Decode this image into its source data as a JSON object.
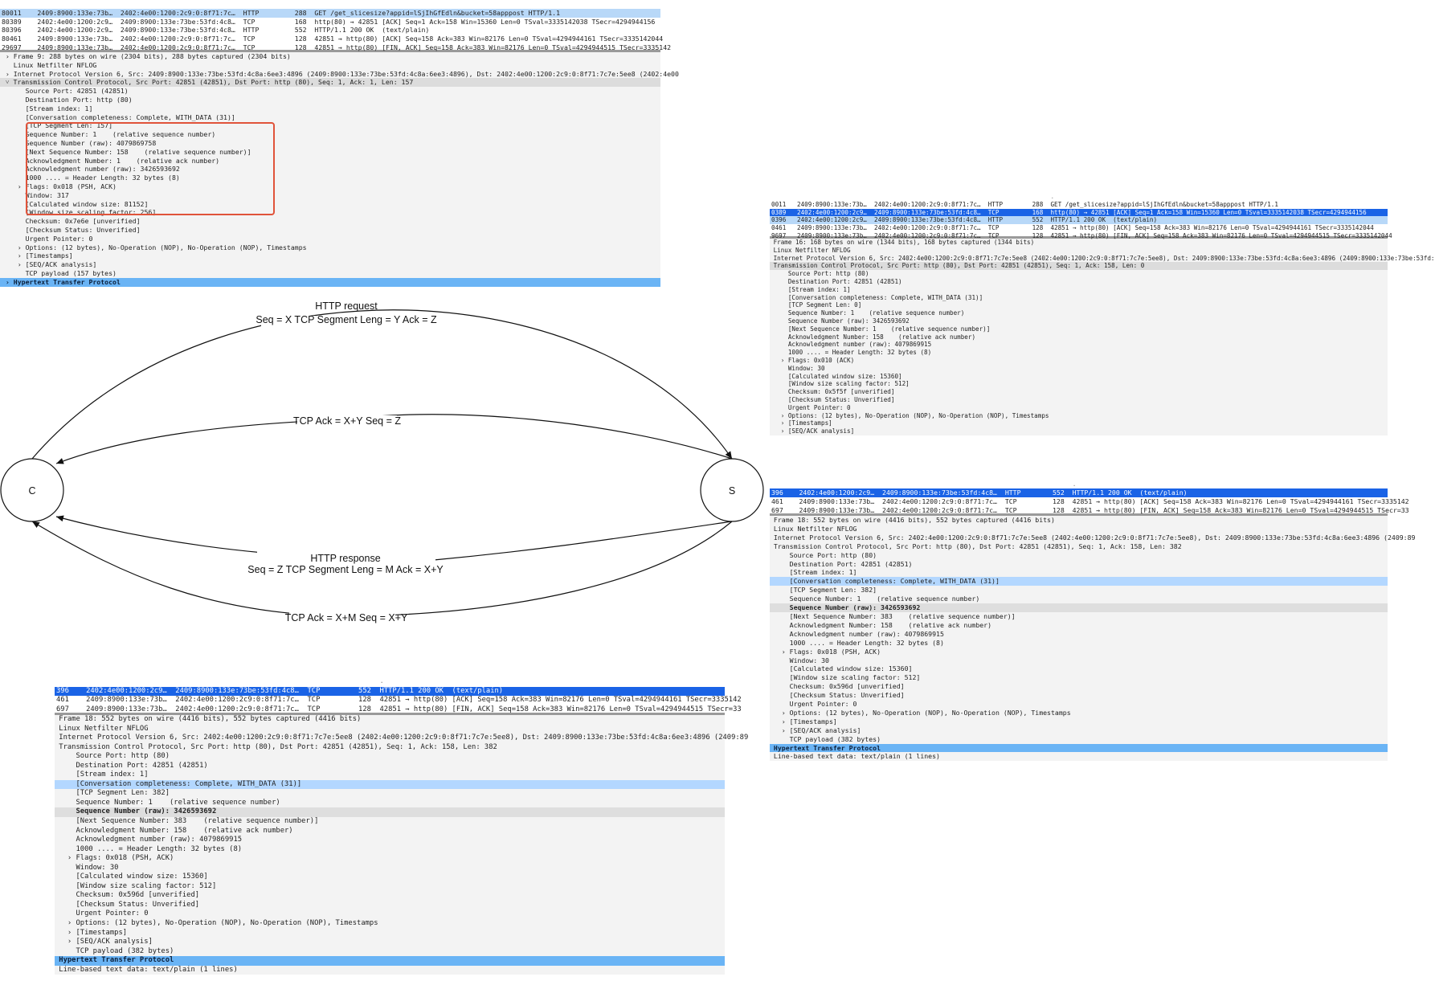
{
  "panel_request": {
    "rows": [
      {
        "text": "                                                                                                            ",
        "style": "cut"
      },
      {
        "text": "80011    2409:8900:133e:73b…  2402:4e00:1200:2c9:0:8f71:7c…  HTTP         288  GET /get_slicesize?appid=lSjIhGfEdln&bucket=58apppost HTTP/1.1",
        "style": "hl"
      },
      {
        "text": "80389    2402:4e00:1200:2c9…  2409:8900:133e:73be:53fd:4c8…  TCP          168  http(80) → 42851 [ACK] Seq=1 Ack=158 Win=15360 Len=0 TSval=3335142038 TSecr=4294944156",
        "style": ""
      },
      {
        "text": "80396    2402:4e00:1200:2c9…  2409:8900:133e:73be:53fd:4c8…  HTTP         552  HTTP/1.1 200 OK  (text/plain)",
        "style": ""
      },
      {
        "text": "80461    2409:8900:133e:73b…  2402:4e00:1200:2c9:0:8f71:7c…  TCP          128  42851 → http(80) [ACK] Seq=158 Ack=383 Win=82176 Len=0 TSval=4294944161 TSecr=3335142044",
        "style": ""
      },
      {
        "text": "29697    2409:8900:133e:73b…  2402:4e00:1200:2c9:0:8f71:7c…  TCP          128  42851 → http(80) [FIN, ACK] Seq=158 Ack=383 Win=82176 Len=0 TSval=4294944515 TSecr=3335142",
        "style": ""
      }
    ],
    "details": [
      {
        "text": " › Frame 9: 288 bytes on wire (2304 bits), 288 bytes captured (2304 bits)",
        "style": ""
      },
      {
        "text": "   Linux Netfilter NFLOG",
        "style": ""
      },
      {
        "text": " › Internet Protocol Version 6, Src: 2409:8900:133e:73be:53fd:4c8a:6ee3:4896 (2409:8900:133e:73be:53fd:4c8a:6ee3:4896), Dst: 2402:4e00:1200:2c9:0:8f71:7c7e:5ee8 (2402:4e00",
        "style": ""
      },
      {
        "text": " ˅ Transmission Control Protocol, Src Port: 42851 (42851), Dst Port: http (80), Seq: 1, Ack: 1, Len: 157",
        "style": "bar"
      },
      {
        "text": "      Source Port: 42851 (42851)",
        "style": ""
      },
      {
        "text": "      Destination Port: http (80)",
        "style": ""
      },
      {
        "text": "      [Stream index: 1]",
        "style": ""
      },
      {
        "text": "      [Conversation completeness: Complete, WITH_DATA (31)]",
        "style": ""
      },
      {
        "text": "      [TCP Segment Len: 157]",
        "style": ""
      },
      {
        "text": "      Sequence Number: 1    (relative sequence number)",
        "style": ""
      },
      {
        "text": "      Sequence Number (raw): 4079869758",
        "style": ""
      },
      {
        "text": "      [Next Sequence Number: 158    (relative sequence number)]",
        "style": ""
      },
      {
        "text": "      Acknowledgment Number: 1    (relative ack number)",
        "style": ""
      },
      {
        "text": "      Acknowledgment number (raw): 3426593692",
        "style": ""
      },
      {
        "text": "      1000 .... = Header Length: 32 bytes (8)",
        "style": ""
      },
      {
        "text": "    › Flags: 0x018 (PSH, ACK)",
        "style": ""
      },
      {
        "text": "      Window: 317",
        "style": ""
      },
      {
        "text": "      [Calculated window size: 81152]",
        "style": ""
      },
      {
        "text": "      [Window size scaling factor: 256]",
        "style": ""
      },
      {
        "text": "      Checksum: 0x7e6e [unverified]",
        "style": ""
      },
      {
        "text": "      [Checksum Status: Unverified]",
        "style": ""
      },
      {
        "text": "      Urgent Pointer: 0",
        "style": ""
      },
      {
        "text": "    › Options: (12 bytes), No-Operation (NOP), No-Operation (NOP), Timestamps",
        "style": ""
      },
      {
        "text": "    › [Timestamps]",
        "style": ""
      },
      {
        "text": "    › [SEQ/ACK analysis]",
        "style": ""
      },
      {
        "text": "      TCP payload (157 bytes)",
        "style": ""
      },
      {
        "text": " › Hypertext Transfer Protocol",
        "style": "sel"
      }
    ]
  },
  "panel_ack": {
    "rows": [
      {
        "text": "                                                                            .",
        "style": "cut"
      },
      {
        "text": "0011   2409:8900:133e:73b…  2402:4e00:1200:2c9:0:8f71:7c…  HTTP        288  GET /get_slicesize?appid=lSjIhGfEdln&bucket=58apppost HTTP/1.1",
        "style": ""
      },
      {
        "text": "0389   2402:4e00:1200:2c9…  2409:8900:133e:73be:53fd:4c8…  TCP         168  http(80) → 42851 [ACK] Seq=1 Ack=158 Win=15360 Len=0 TSval=3335142038 TSecr=4294944156",
        "style": "sel"
      },
      {
        "text": "0396   2402:4e00:1200:2c9…  2409:8900:133e:73be:53fd:4c8…  HTTP        552  HTTP/1.1 200 OK  (text/plain)",
        "style": "hl"
      },
      {
        "text": "0461   2409:8900:133e:73b…  2402:4e00:1200:2c9:0:8f71:7c…  TCP         128  42851 → http(80) [ACK] Seq=158 Ack=383 Win=82176 Len=0 TSval=4294944161 TSecr=3335142044",
        "style": ""
      },
      {
        "text": "9697   2409:8900:133e:73b…  2402:4e00:1200:2c9:0:8f71:7c…  TCP         128  42851 → http(80) [FIN, ACK] Seq=158 Ack=383 Win=82176 Len=0 TSval=4294944515 TSecr=3335142044",
        "style": ""
      }
    ],
    "details": [
      {
        "text": " Frame 16: 168 bytes on wire (1344 bits), 168 bytes captured (1344 bits)",
        "style": ""
      },
      {
        "text": " Linux Netfilter NFLOG",
        "style": ""
      },
      {
        "text": " Internet Protocol Version 6, Src: 2402:4e00:1200:2c9:0:8f71:7c7e:5ee8 (2402:4e00:1200:2c9:0:8f71:7c7e:5ee8), Dst: 2409:8900:133e:73be:53fd:4c8a:6ee3:4896 (2409:8900:133e:73be:53fd:",
        "style": ""
      },
      {
        "text": " Transmission Control Protocol, Src Port: http (80), Dst Port: 42851 (42851), Seq: 1, Ack: 158, Len: 0",
        "style": "bar"
      },
      {
        "text": "     Source Port: http (80)",
        "style": ""
      },
      {
        "text": "     Destination Port: 42851 (42851)",
        "style": ""
      },
      {
        "text": "     [Stream index: 1]",
        "style": ""
      },
      {
        "text": "     [Conversation completeness: Complete, WITH_DATA (31)]",
        "style": ""
      },
      {
        "text": "     [TCP Segment Len: 0]",
        "style": ""
      },
      {
        "text": "     Sequence Number: 1    (relative sequence number)",
        "style": ""
      },
      {
        "text": "     Sequence Number (raw): 3426593692",
        "style": ""
      },
      {
        "text": "     [Next Sequence Number: 1    (relative sequence number)]",
        "style": ""
      },
      {
        "text": "     Acknowledgment Number: 158    (relative ack number)",
        "style": ""
      },
      {
        "text": "     Acknowledgment number (raw): 4079869915",
        "style": ""
      },
      {
        "text": "     1000 .... = Header Length: 32 bytes (8)",
        "style": ""
      },
      {
        "text": "   › Flags: 0x010 (ACK)",
        "style": ""
      },
      {
        "text": "     Window: 30",
        "style": ""
      },
      {
        "text": "     [Calculated window size: 15360]",
        "style": ""
      },
      {
        "text": "     [Window size scaling factor: 512]",
        "style": ""
      },
      {
        "text": "     Checksum: 0x5f5f [unverified]",
        "style": ""
      },
      {
        "text": "     [Checksum Status: Unverified]",
        "style": ""
      },
      {
        "text": "     Urgent Pointer: 0",
        "style": ""
      },
      {
        "text": "   › Options: (12 bytes), No-Operation (NOP), No-Operation (NOP), Timestamps",
        "style": ""
      },
      {
        "text": "   › [Timestamps]",
        "style": ""
      },
      {
        "text": "   › [SEQ/ACK analysis]",
        "style": ""
      }
    ]
  },
  "panel_response_right": {
    "rows": [
      {
        "text": "                                                                            .",
        "style": "cut"
      },
      {
        "text": "396    2402:4e00:1200:2c9…  2409:8900:133e:73be:53fd:4c8…  HTTP        552  HTTP/1.1 200 OK  (text/plain)",
        "style": "sel"
      },
      {
        "text": "461    2409:8900:133e:73b…  2402:4e00:1200:2c9:0:8f71:7c…  TCP         128  42851 → http(80) [ACK] Seq=158 Ack=383 Win=82176 Len=0 TSval=4294944161 TSecr=3335142",
        "style": ""
      },
      {
        "text": "697    2409:8900:133e:73b…  2402:4e00:1200:2c9:0:8f71:7c…  TCP         128  42851 → http(80) [FIN, ACK] Seq=158 Ack=383 Win=82176 Len=0 TSval=4294944515 TSecr=33",
        "style": ""
      }
    ],
    "details": [
      {
        "text": " Frame 18: 552 bytes on wire (4416 bits), 552 bytes captured (4416 bits)",
        "style": ""
      },
      {
        "text": " Linux Netfilter NFLOG",
        "style": ""
      },
      {
        "text": " Internet Protocol Version 6, Src: 2402:4e00:1200:2c9:0:8f71:7c7e:5ee8 (2402:4e00:1200:2c9:0:8f71:7c7e:5ee8), Dst: 2409:8900:133e:73be:53fd:4c8a:6ee3:4896 (2409:89",
        "style": ""
      },
      {
        "text": " Transmission Control Protocol, Src Port: http (80), Dst Port: 42851 (42851), Seq: 1, Ack: 158, Len: 382",
        "style": ""
      },
      {
        "text": "     Source Port: http (80)",
        "style": ""
      },
      {
        "text": "     Destination Port: 42851 (42851)",
        "style": ""
      },
      {
        "text": "     [Stream index: 1]",
        "style": ""
      },
      {
        "text": "     [Conversation completeness: Complete, WITH_DATA (31)]",
        "style": "hl"
      },
      {
        "text": "     [TCP Segment Len: 382]",
        "style": ""
      },
      {
        "text": "     Sequence Number: 1    (relative sequence number)",
        "style": ""
      },
      {
        "text": "     Sequence Number (raw): 3426593692",
        "style": "gray"
      },
      {
        "text": "     [Next Sequence Number: 383    (relative sequence number)]",
        "style": ""
      },
      {
        "text": "     Acknowledgment Number: 158    (relative ack number)",
        "style": ""
      },
      {
        "text": "     Acknowledgment number (raw): 4079869915",
        "style": ""
      },
      {
        "text": "     1000 .... = Header Length: 32 bytes (8)",
        "style": ""
      },
      {
        "text": "   › Flags: 0x018 (PSH, ACK)",
        "style": ""
      },
      {
        "text": "     Window: 30",
        "style": ""
      },
      {
        "text": "     [Calculated window size: 15360]",
        "style": ""
      },
      {
        "text": "     [Window size scaling factor: 512]",
        "style": ""
      },
      {
        "text": "     Checksum: 0x596d [unverified]",
        "style": ""
      },
      {
        "text": "     [Checksum Status: Unverified]",
        "style": ""
      },
      {
        "text": "     Urgent Pointer: 0",
        "style": ""
      },
      {
        "text": "   › Options: (12 bytes), No-Operation (NOP), No-Operation (NOP), Timestamps",
        "style": ""
      },
      {
        "text": "   › [Timestamps]",
        "style": ""
      },
      {
        "text": "   › [SEQ/ACK analysis]",
        "style": ""
      },
      {
        "text": "     TCP payload (382 bytes)",
        "style": ""
      },
      {
        "text": " Hypertext Transfer Protocol",
        "style": "sel"
      },
      {
        "text": " Line-based text data: text/plain (1 lines)",
        "style": ""
      }
    ]
  },
  "panel_response_bottom": {
    "rows": [
      {
        "text": "                                                                            .",
        "style": "cut"
      },
      {
        "text": "396    2402:4e00:1200:2c9…  2409:8900:133e:73be:53fd:4c8…  TCP         552  HTTP/1.1 200 OK  (text/plain)",
        "style": "sel"
      },
      {
        "text": "461    2409:8900:133e:73b…  2402:4e00:1200:2c9:0:8f71:7c…  TCP         128  42851 → http(80) [ACK] Seq=158 Ack=383 Win=82176 Len=0 TSval=4294944161 TSecr=3335142",
        "style": ""
      },
      {
        "text": "697    2409:8900:133e:73b…  2402:4e00:1200:2c9:0:8f71:7c…  TCP         128  42851 → http(80) [FIN, ACK] Seq=158 Ack=383 Win=82176 Len=0 TSval=4294944515 TSecr=33",
        "style": ""
      }
    ],
    "details": [
      {
        "text": " Frame 18: 552 bytes on wire (4416 bits), 552 bytes captured (4416 bits)",
        "style": ""
      },
      {
        "text": " Linux Netfilter NFLOG",
        "style": ""
      },
      {
        "text": " Internet Protocol Version 6, Src: 2402:4e00:1200:2c9:0:8f71:7c7e:5ee8 (2402:4e00:1200:2c9:0:8f71:7c7e:5ee8), Dst: 2409:8900:133e:73be:53fd:4c8a:6ee3:4896 (2409:89",
        "style": ""
      },
      {
        "text": " Transmission Control Protocol, Src Port: http (80), Dst Port: 42851 (42851), Seq: 1, Ack: 158, Len: 382",
        "style": ""
      },
      {
        "text": "     Source Port: http (80)",
        "style": ""
      },
      {
        "text": "     Destination Port: 42851 (42851)",
        "style": ""
      },
      {
        "text": "     [Stream index: 1]",
        "style": ""
      },
      {
        "text": "     [Conversation completeness: Complete, WITH_DATA (31)]",
        "style": "hl"
      },
      {
        "text": "     [TCP Segment Len: 382]",
        "style": ""
      },
      {
        "text": "     Sequence Number: 1    (relative sequence number)",
        "style": ""
      },
      {
        "text": "     Sequence Number (raw): 3426593692",
        "style": "gray"
      },
      {
        "text": "     [Next Sequence Number: 383    (relative sequence number)]",
        "style": ""
      },
      {
        "text": "     Acknowledgment Number: 158    (relative ack number)",
        "style": ""
      },
      {
        "text": "     Acknowledgment number (raw): 4079869915",
        "style": ""
      },
      {
        "text": "     1000 .... = Header Length: 32 bytes (8)",
        "style": ""
      },
      {
        "text": "   › Flags: 0x018 (PSH, ACK)",
        "style": ""
      },
      {
        "text": "     Window: 30",
        "style": ""
      },
      {
        "text": "     [Calculated window size: 15360]",
        "style": ""
      },
      {
        "text": "     [Window size scaling factor: 512]",
        "style": ""
      },
      {
        "text": "     Checksum: 0x596d [unverified]",
        "style": ""
      },
      {
        "text": "     [Checksum Status: Unverified]",
        "style": ""
      },
      {
        "text": "     Urgent Pointer: 0",
        "style": ""
      },
      {
        "text": "   › Options: (12 bytes), No-Operation (NOP), No-Operation (NOP), Timestamps",
        "style": ""
      },
      {
        "text": "   › [Timestamps]",
        "style": ""
      },
      {
        "text": "   › [SEQ/ACK analysis]",
        "style": ""
      },
      {
        "text": "     TCP payload (382 bytes)",
        "style": ""
      },
      {
        "text": " Hypertext Transfer Protocol",
        "style": "sel"
      },
      {
        "text": " Line-based text data: text/plain (1 lines)",
        "style": ""
      }
    ]
  },
  "diagram": {
    "client_label": "C",
    "server_label": "S",
    "http_request_title": "HTTP request",
    "http_request_params": "Seq = X TCP Segment Leng = Y Ack = Z",
    "tcp_ack_to_client": "TCP Ack = X+Y Seq = Z",
    "http_response_title": "HTTP  response",
    "http_response_params": "Seq = Z TCP Segment Leng = M Ack = X+Y",
    "tcp_ack_to_server": "TCP Ack = X+M Seq = X+Y"
  }
}
